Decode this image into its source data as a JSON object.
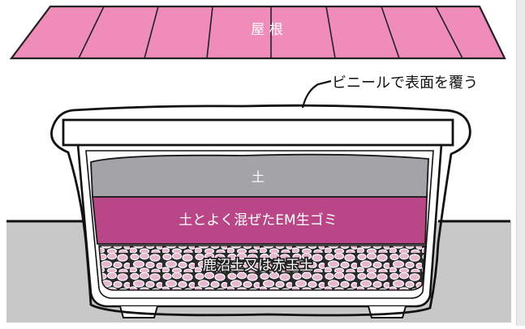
{
  "roof": {
    "label": "屋 根",
    "color": "#f08cba"
  },
  "cover_label": "ビニールで表面を覆う",
  "layers": {
    "top": "土",
    "middle": "土とよく混ぜたEM生ゴミ",
    "bottom": "鹿沼土又は赤玉土"
  },
  "colors": {
    "soil": "#a4a4a8",
    "mix": "#b94788",
    "ground": "#c8c8c8",
    "pebble": "#e7b6cf",
    "outline": "#111111"
  }
}
